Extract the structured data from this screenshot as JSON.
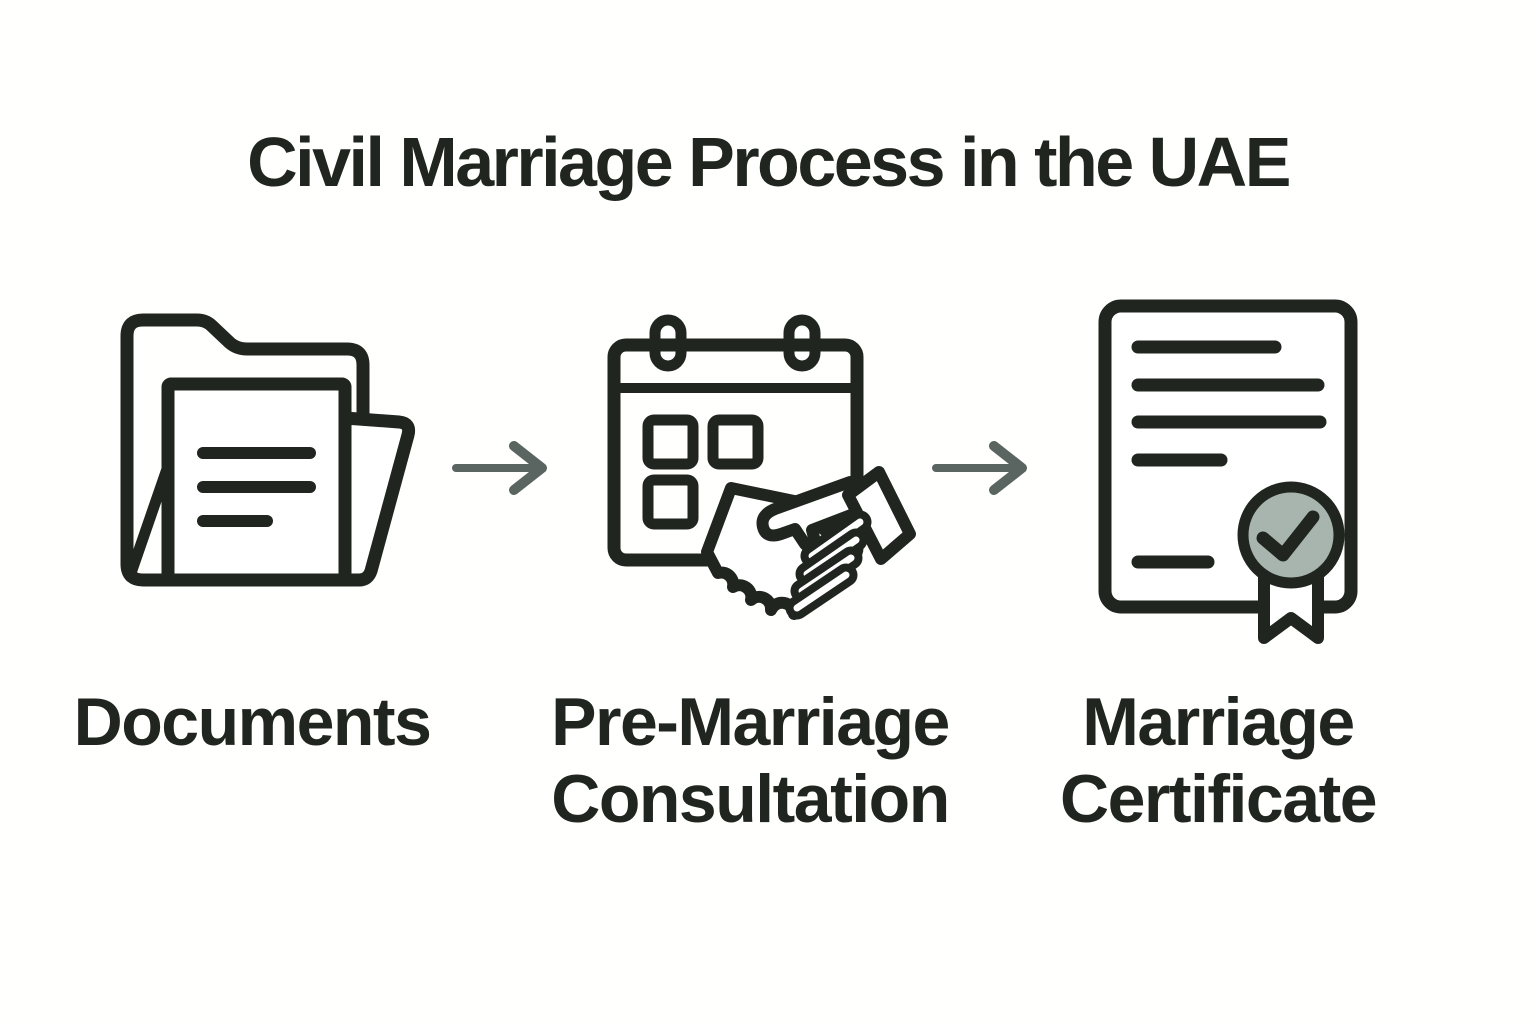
{
  "title": "Civil Marriage Process in the UAE",
  "colors": {
    "background": "#fffffe",
    "ink": "#20261f",
    "arrow": "#5a6561",
    "seal_fill": "#a8b5ae"
  },
  "steps": [
    {
      "label": "Documents",
      "icon": "folder-documents-icon"
    },
    {
      "label": "Pre-Marriage Consultation",
      "icon": "calendar-handshake-icon"
    },
    {
      "label": "Marriage Certificate",
      "icon": "certificate-seal-icon"
    }
  ],
  "arrows": [
    {
      "icon": "arrow-right-icon"
    },
    {
      "icon": "arrow-right-icon"
    }
  ]
}
